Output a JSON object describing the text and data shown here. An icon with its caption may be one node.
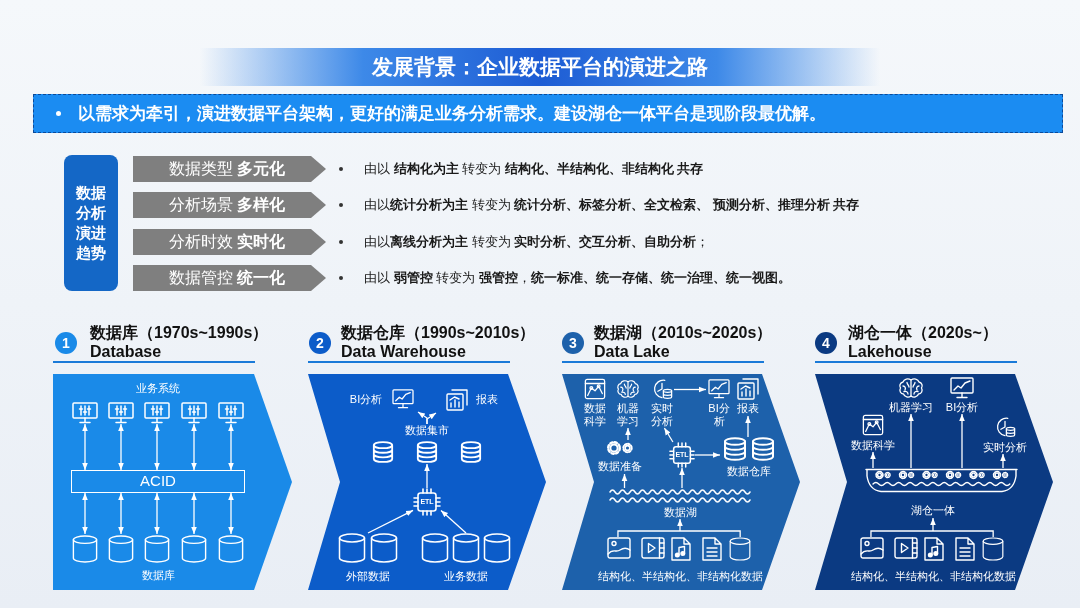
{
  "diagram": {
    "title": "发展背景：企业数据平台的演进之路",
    "nodes": [
      {
        "text": [
          "以**需求为牵引**，演进数据平台架构，更好的满足业务分析需求。建设湖仓一体平台是现阶段最优解。"
        ]
      },
      {
        "text": [
          "数据分析演进趋势"
        ]
      },
      {
        "text": [
          "数据类型 **多元化**"
        ],
        "beside": [
          "由以 **结构化为主** 转变为 **结构化、半结构化、非结构化 共存**"
        ]
      },
      {
        "text": [
          "分析场景 **多样化**"
        ],
        "beside": [
          "由以**统计分析为主** 转变为 **统计分析、标签分析、全文检索、 预测分析、推理分析 共存**"
        ]
      },
      {
        "text": [
          "分析时效 **实时化**"
        ],
        "beside": [
          "由以**离线分析为主** 转变为 **实时分析、交互分析、自助分析**；"
        ]
      },
      {
        "text": [
          "数据管控 **统一化**"
        ],
        "beside": [
          "由以 **弱管控** 转变为 **强管控**，**统一标准、统一存储、统一治理、统一视图。**"
        ]
      },
      {
        "text": [
          "1"
        ]
      },
      {
        "text": [
          "数据库（1970s~1990s）",
          "Database"
        ]
      },
      {
        "text": [],
        "shape": "picture",
        "in": 7
      },
      {
        "text": [],
        "shape": "picture",
        "in": 7
      },
      {
        "text": [],
        "shape": "picture",
        "in": 7
      },
      {
        "text": [],
        "shape": "picture",
        "in": 7
      },
      {
        "text": [],
        "shape": "picture",
        "in": 7
      },
      {
        "text": [
          "ACID"
        ],
        "in": 7
      },
      {
        "text": [],
        "shape": "cylinder",
        "in": 7
      },
      {
        "text": [],
        "shape": "cylinder",
        "in": 7
      },
      {
        "text": [],
        "shape": "cylinder",
        "in": 7
      },
      {
        "text": [],
        "shape": "cylinder",
        "in": 7
      },
      {
        "text": [],
        "shape": "cylinder",
        "in": 7
      },
      {
        "text": [
          "2"
        ]
      },
      {
        "text": [
          "数据仓库（1990s~2010s）",
          "Data Warehouse"
        ]
      },
      {
        "text": [
          "BI分析"
        ],
        "in": 20
      },
      {
        "text": [
          "报表"
        ],
        "in": 20
      },
      {
        "text": [
          "数据集市"
        ],
        "in": 20
      },
      {
        "text": [
          "ETL"
        ],
        "in": 20
      },
      {
        "text": [
          "外部数据"
        ],
        "in": 20
      },
      {
        "text": [
          "业务数据"
        ],
        "in": 20
      },
      {
        "text": [
          "3"
        ]
      },
      {
        "text": [
          "数据湖（2010s~2020s）",
          "Data Lake"
        ]
      },
      {
        "text": [
          "数据科学"
        ],
        "in": 28
      },
      {
        "text": [
          "机器学习"
        ],
        "in": 28
      },
      {
        "text": [
          "实时分析"
        ],
        "in": 28
      },
      {
        "text": [
          "BI分析"
        ],
        "in": 28
      },
      {
        "text": [
          "报表"
        ],
        "in": 28
      },
      {
        "text": [
          "数据准备"
        ],
        "in": 28
      },
      {
        "text": [
          "ETL"
        ],
        "in": 28
      },
      {
        "text": [
          "数据仓库"
        ],
        "in": 28
      },
      {
        "text": [
          "数据湖"
        ],
        "in": 28
      },
      {
        "text": [
          "结构化、半结构化、非结构化数据"
        ],
        "in": 28
      },
      {
        "text": [
          "4"
        ]
      },
      {
        "text": [
          "湖仓一体（2020s~）",
          "Lakehouse"
        ]
      },
      {
        "text": [
          "机器学习"
        ],
        "in": 40
      },
      {
        "text": [
          "BI分析"
        ],
        "in": 40
      },
      {
        "text": [
          "数据科学"
        ],
        "in": 40
      },
      {
        "text": [
          "实时分析"
        ],
        "in": 40
      },
      {
        "text": [
          "湖仓一体"
        ],
        "in": 40
      },
      {
        "text": [
          "结构化、半结构化、非结构化数据"
        ],
        "in": 40
      }
    ],
    "edges": [
      {
        "from": 8,
        "to": 13,
        "arrow": "both"
      },
      {
        "from": 9,
        "to": 13,
        "arrow": "both"
      },
      {
        "from": 10,
        "to": 13,
        "arrow": "both"
      },
      {
        "from": 11,
        "to": 13,
        "arrow": "both"
      },
      {
        "from": 12,
        "to": 13,
        "arrow": "both"
      },
      {
        "from": 13,
        "to": 14,
        "arrow": "both"
      },
      {
        "from": 13,
        "to": 15,
        "arrow": "both"
      },
      {
        "from": 13,
        "to": 16,
        "arrow": "both"
      },
      {
        "from": 13,
        "to": 17,
        "arrow": "both"
      },
      {
        "from": 13,
        "to": 18,
        "arrow": "both"
      },
      {
        "from": 25,
        "to": 24,
        "arrow": "to"
      },
      {
        "from": 26,
        "to": 24,
        "arrow": "to"
      },
      {
        "from": 24,
        "to": 23,
        "arrow": "to"
      },
      {
        "from": 23,
        "to": 21,
        "arrow": "to"
      },
      {
        "from": 23,
        "to": 22,
        "arrow": "to"
      },
      {
        "from": 38,
        "to": 37,
        "arrow": "to"
      },
      {
        "from": 37,
        "to": 34,
        "arrow": "to"
      },
      {
        "from": 37,
        "to": 35,
        "arrow": "to"
      },
      {
        "from": 34,
        "to": 30,
        "arrow": "to"
      },
      {
        "from": 35,
        "to": 31,
        "arrow": "to"
      },
      {
        "from": 35,
        "to": 36,
        "arrow": "to"
      },
      {
        "from": 31,
        "to": 32,
        "arrow": "to"
      },
      {
        "from": 36,
        "to": 33,
        "arrow": "to"
      },
      {
        "from": 46,
        "to": 45,
        "arrow": "to"
      },
      {
        "from": 45,
        "to": 43,
        "arrow": "to"
      },
      {
        "from": 45,
        "to": 41,
        "arrow": "to"
      },
      {
        "from": 45,
        "to": 42,
        "arrow": "to"
      },
      {
        "from": 45,
        "to": 44,
        "arrow": "to"
      }
    ],
    "labels": [
      "业务系统",
      "数据库"
    ]
  }
}
